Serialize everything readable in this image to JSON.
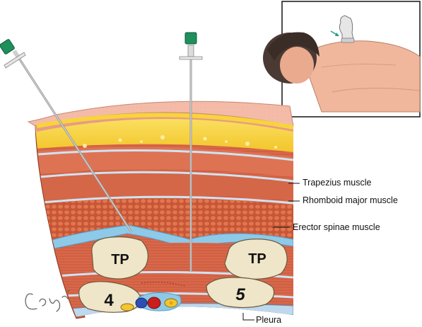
{
  "labels": {
    "trapezius": "Trapezius muscle",
    "rhomboid": "Rhomboid major muscle",
    "erector": "Erector spinae muscle",
    "pleura": "Pleura"
  },
  "bones": {
    "tp_left": "TP",
    "tp_right": "TP",
    "vertebra_left": "4",
    "vertebra_right": "5"
  },
  "colors": {
    "skin": "#f2b3a0",
    "fat": "#f7d43c",
    "muscle": "#d9684a",
    "muscle_dark": "#b84a32",
    "fascia": "#cfe3f2",
    "bone": "#efe5c8",
    "needle_hub": "#1f8f5c"
  }
}
